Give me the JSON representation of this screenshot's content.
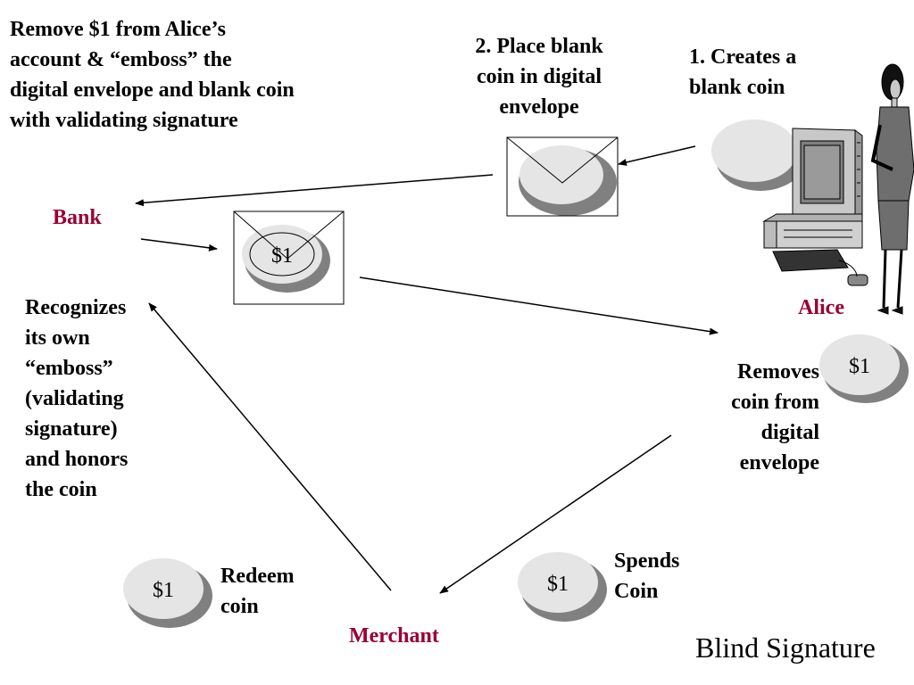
{
  "labels": {
    "bank_action": "Remove $1 from Alice’s\naccount & “emboss” the\ndigital envelope and blank coin\nwith validating signature",
    "step2": "2. Place blank\ncoin in digital\nenvelope",
    "step1": "1. Creates a\nblank coin",
    "bank": "Bank",
    "alice": "Alice",
    "recognizes": "Recognizes\nits own\n“emboss”\n(validating\nsignature)\nand honors\nthe coin",
    "removes": "Removes\ncoin from\ndigital\nenvelope",
    "redeem": "Redeem\ncoin",
    "spends": "Spends\nCoin",
    "merchant": "Merchant",
    "title": "Blind Signature"
  },
  "coin_value": "$1",
  "icons": {
    "envelope": "envelope-icon",
    "coin": "coin-icon",
    "computer": "computer-icon",
    "person": "person-icon"
  },
  "colors": {
    "entity": "#990033",
    "coin_fill": "#e5e5e5",
    "coin_shadow": "#808080"
  }
}
